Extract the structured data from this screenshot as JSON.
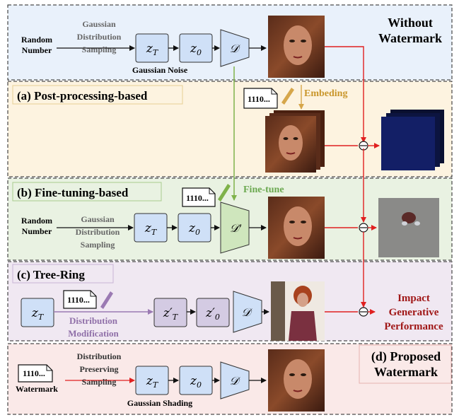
{
  "colors": {
    "band_without": "#e9f1fb",
    "band_post": "#fdf3e0",
    "band_finetune": "#e9f2e2",
    "band_treering": "#f0e8f2",
    "band_proposed": "#fae9e8",
    "box_blue": "#cfe0f7",
    "box_purple": "#d4cbe3",
    "arrow_red": "#e02020",
    "arrow_green": "#7fb24a",
    "arrow_orange": "#d6a64a",
    "arrow_purple": "#9b7ab3",
    "impact_text": "#a01818",
    "finetune_text": "#6aa84f",
    "embed_text": "#c9962b",
    "dist_mod_text": "#8f6fa8"
  },
  "without": {
    "input": [
      "Random",
      "Number"
    ],
    "process": [
      "Gaussian",
      "Distribution",
      "Sampling"
    ],
    "zT": "z_T",
    "z0": "z_0",
    "decoder": "D",
    "noise_label": "Gaussian Noise",
    "title": [
      "Without",
      "Watermark"
    ]
  },
  "post": {
    "title": "(a) Post-processing-based",
    "bits": "1110...",
    "embed": "Embeding"
  },
  "finetune": {
    "title": "(b) Fine-tuning-based",
    "bits": "1110...",
    "label": "Fine-tune",
    "input": [
      "Random",
      "Number"
    ],
    "process": [
      "Gaussian",
      "Distribution",
      "Sampling"
    ],
    "zT": "z_T",
    "z0": "z_0",
    "decoder": "D′"
  },
  "treering": {
    "title": "(c) Tree-Ring",
    "zT": "z_T",
    "bits": "1110...",
    "process": [
      "Distribution",
      "Modification"
    ],
    "zT2": "z′_T",
    "z02": "z′_0",
    "decoder": "D",
    "impact": [
      "Impact",
      "Generative",
      "Performance"
    ]
  },
  "proposed": {
    "bits": "1110...",
    "input": "Watermark",
    "process": [
      "Distribution",
      "Preserving",
      "Sampling"
    ],
    "zT": "z_T",
    "z0": "z_0",
    "decoder": "D",
    "shading": "Gaussian Shading",
    "title": [
      "(d) Proposed",
      "Watermark"
    ]
  }
}
